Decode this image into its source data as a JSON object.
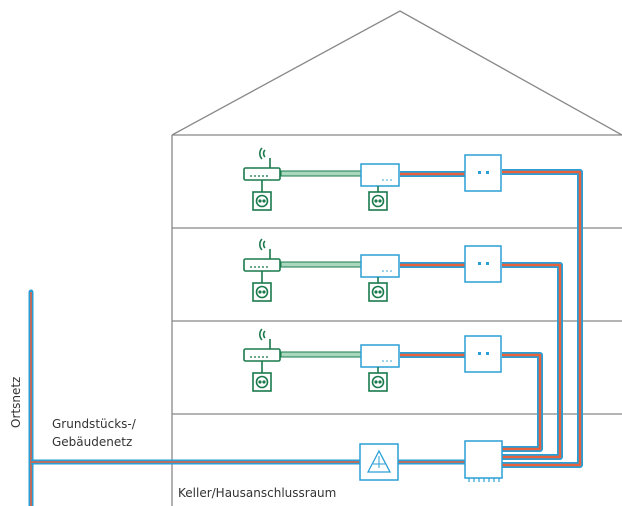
{
  "labels": {
    "ortsnetz": "Ortsnetz",
    "grundstuecks_line1": "Grundstücks-/",
    "grundstuecks_line2": "Gebäudenetz",
    "keller": "Keller/Hausanschlussraum"
  },
  "colors": {
    "house_outline": "#888888",
    "fiber_blue": "#2a9fd6",
    "fiber_orange": "#e8603c",
    "device_green": "#1a7a4c",
    "cable_green": "#a9d8bf",
    "device_blue": "#2a9fd6"
  },
  "icons": {
    "router": "router-wifi-icon",
    "socket": "power-socket-icon",
    "ont": "fiber-modem-icon",
    "wall_outlet": "fiber-wall-outlet-icon",
    "hup": "house-connection-point-icon",
    "distributor": "fiber-distributor-icon"
  },
  "floors": [
    {
      "name": "floor-3"
    },
    {
      "name": "floor-2"
    },
    {
      "name": "floor-1"
    }
  ]
}
